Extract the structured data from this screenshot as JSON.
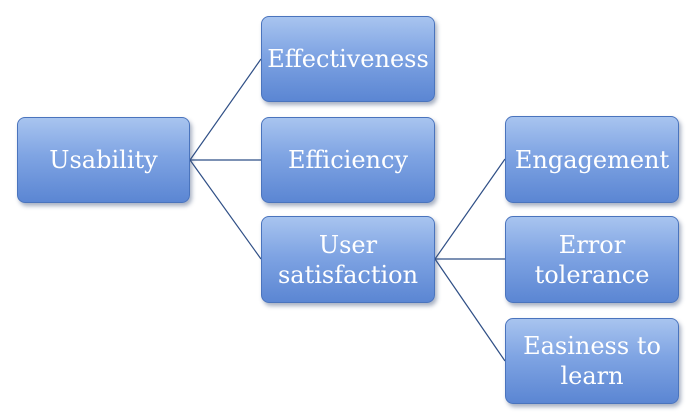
{
  "diagram": {
    "root": {
      "label": "Usability"
    },
    "level1": [
      {
        "label": "Effectiveness"
      },
      {
        "label": "Efficiency"
      },
      {
        "label": "User satisfaction",
        "lines": [
          "User",
          "satisfaction"
        ]
      }
    ],
    "level2": [
      {
        "label": "Engagement"
      },
      {
        "label": "Error tolerance",
        "lines": [
          "Error",
          "tolerance"
        ]
      },
      {
        "label": "Easiness to learn",
        "lines": [
          "Easiness to",
          "learn"
        ]
      }
    ],
    "colors": {
      "box_top": "#a8c4ef",
      "box_bottom": "#5b86d3",
      "connector": "#2f4f86",
      "text": "#ffffff"
    }
  }
}
